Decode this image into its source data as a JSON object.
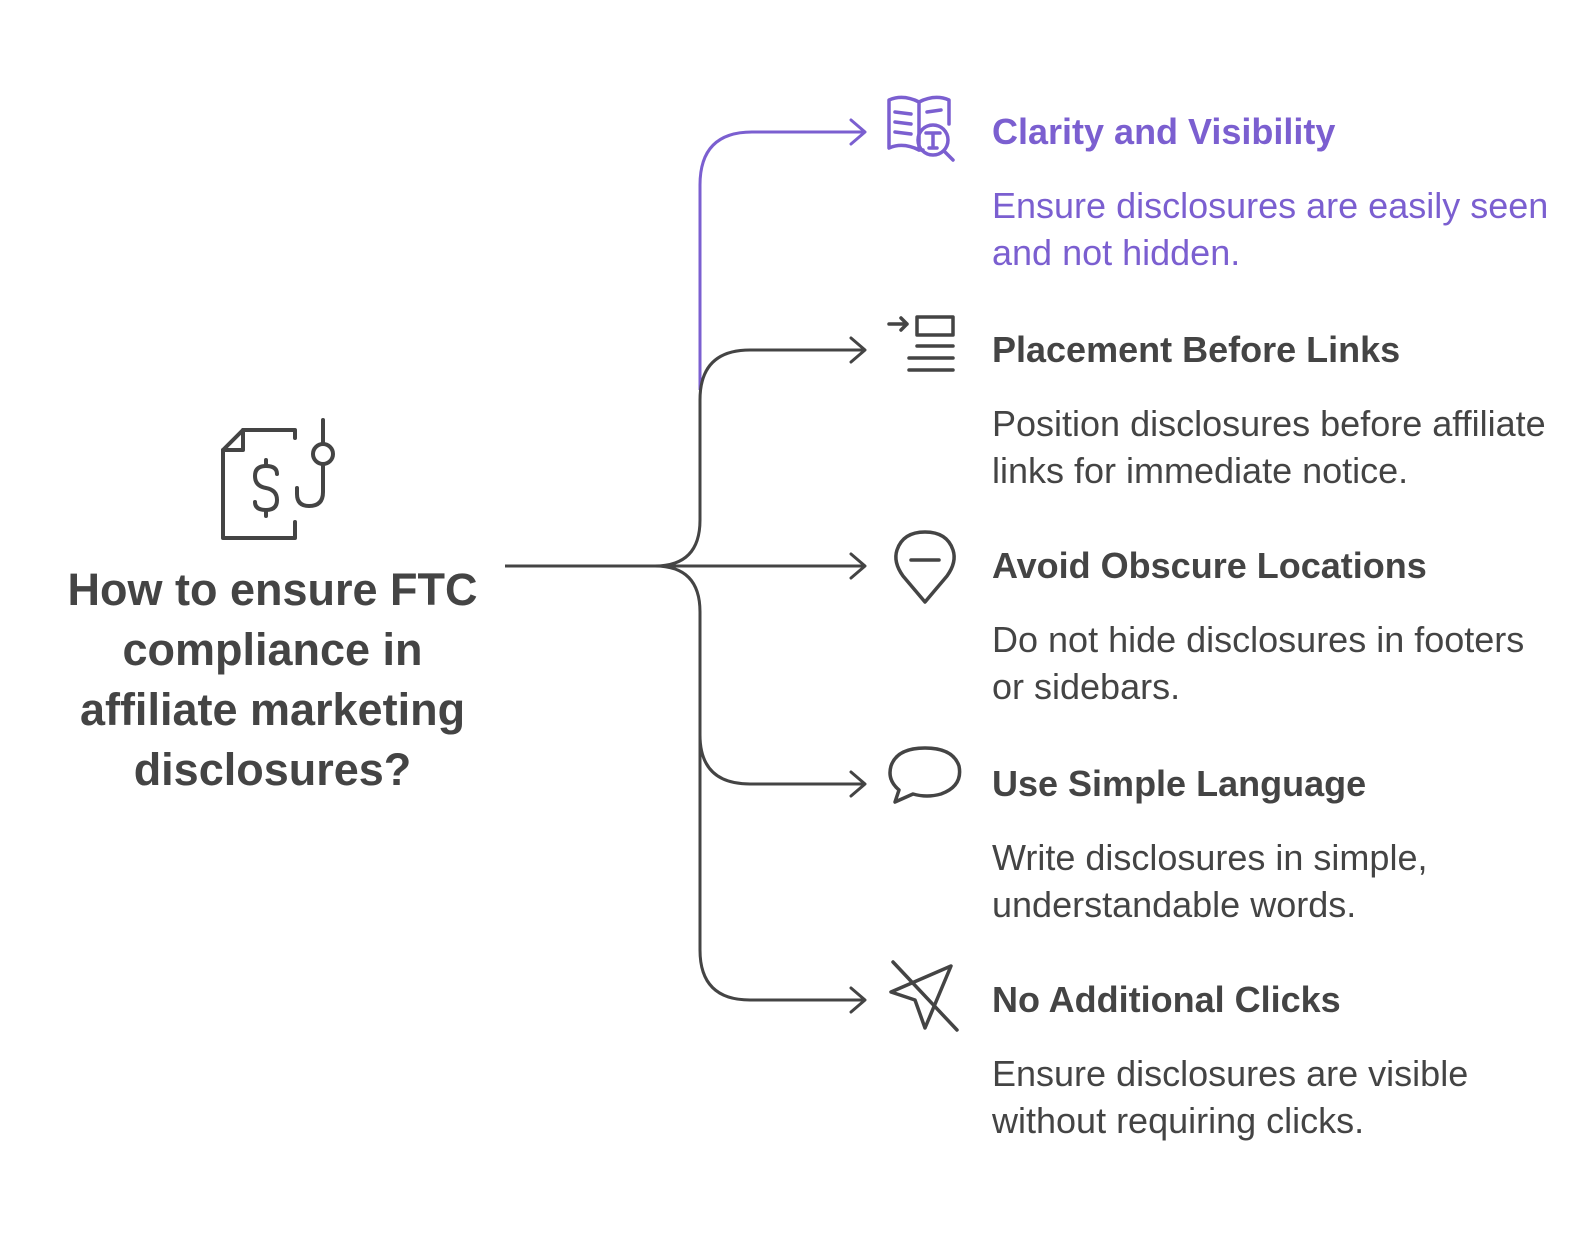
{
  "diagram": {
    "root": {
      "title": "How to ensure FTC compliance in affiliate marketing disclosures?",
      "icon": "dollar-document-hook-icon"
    },
    "colors": {
      "accent": "#7b5fd0",
      "text": "#444444",
      "line": "#444444"
    },
    "branches": [
      {
        "title": "Clarity and Visibility",
        "description": "Ensure disclosures are easily seen and not hidden.",
        "icon": "book-search-icon",
        "highlighted": true
      },
      {
        "title": "Placement Before Links",
        "description": "Position disclosures before affiliate links for immediate notice.",
        "icon": "text-indent-icon",
        "highlighted": false
      },
      {
        "title": "Avoid Obscure Locations",
        "description": "Do not hide disclosures in footers or sidebars.",
        "icon": "location-pin-minus-icon",
        "highlighted": false
      },
      {
        "title": "Use Simple Language",
        "description": "Write disclosures in simple, understandable words.",
        "icon": "speech-bubble-icon",
        "highlighted": false
      },
      {
        "title": "No Additional Clicks",
        "description": "Ensure disclosures are visible without requiring clicks.",
        "icon": "navigation-off-icon",
        "highlighted": false
      }
    ]
  }
}
